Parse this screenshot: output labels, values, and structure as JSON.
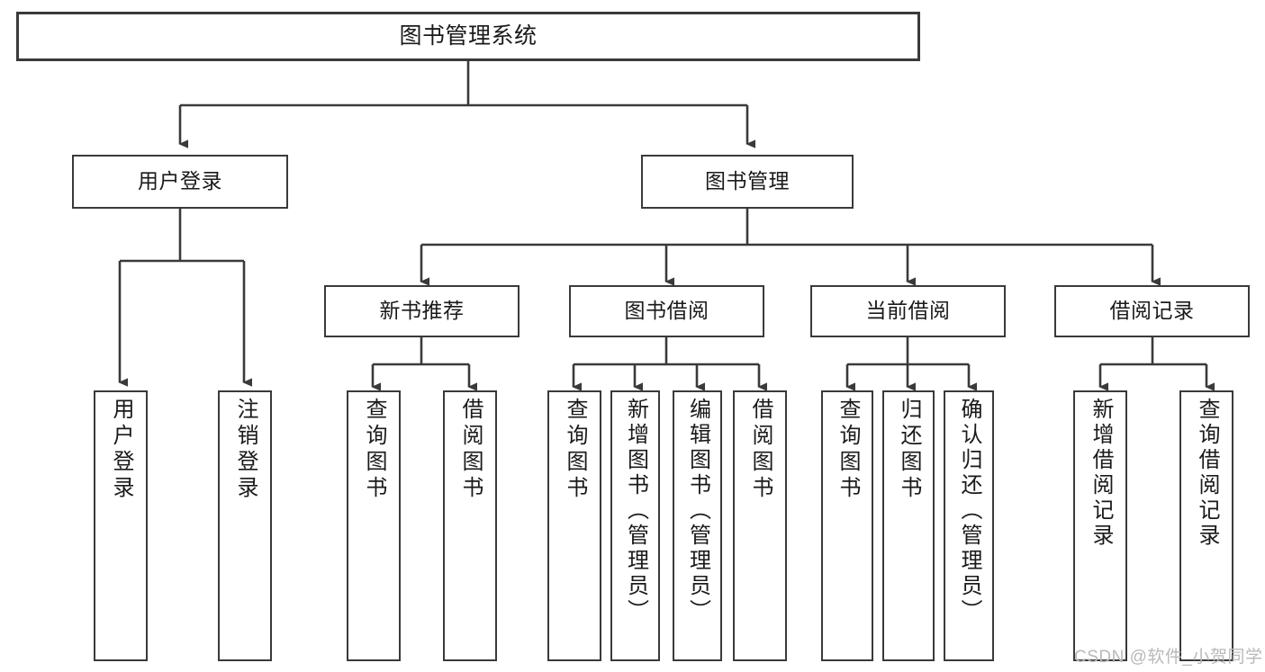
{
  "diagram": {
    "title": "图书管理系统",
    "type": "hierarchy-tree",
    "root": {
      "id": "root",
      "label": "图书管理系统"
    },
    "level1": [
      {
        "id": "user-login",
        "label": "用户登录"
      },
      {
        "id": "book-manage",
        "label": "图书管理"
      }
    ],
    "level2": [
      {
        "id": "new-book-recommend",
        "label": "新书推荐",
        "parent": "book-manage"
      },
      {
        "id": "book-borrow",
        "label": "图书借阅",
        "parent": "book-manage"
      },
      {
        "id": "current-borrow",
        "label": "当前借阅",
        "parent": "book-manage"
      },
      {
        "id": "borrow-record",
        "label": "借阅记录",
        "parent": "book-manage"
      }
    ],
    "leaves": [
      {
        "id": "leaf-user-login",
        "label": "用户登录",
        "parent": "user-login"
      },
      {
        "id": "leaf-logout-login",
        "label": "注销登录",
        "parent": "user-login"
      },
      {
        "id": "leaf-query-book-1",
        "label": "查询图书",
        "parent": "new-book-recommend"
      },
      {
        "id": "leaf-borrow-book-1",
        "label": "借阅图书",
        "parent": "new-book-recommend"
      },
      {
        "id": "leaf-query-book-2",
        "label": "查询图书",
        "parent": "book-borrow"
      },
      {
        "id": "leaf-add-book",
        "label": "新增图书（管理员）",
        "parent": "book-borrow"
      },
      {
        "id": "leaf-edit-book",
        "label": "编辑图书（管理员）",
        "parent": "book-borrow"
      },
      {
        "id": "leaf-borrow-book-2",
        "label": "借阅图书",
        "parent": "book-borrow"
      },
      {
        "id": "leaf-query-book-3",
        "label": "查询图书",
        "parent": "current-borrow"
      },
      {
        "id": "leaf-return-book",
        "label": "归还图书",
        "parent": "current-borrow"
      },
      {
        "id": "leaf-confirm-return",
        "label": "确认归还（管理员）",
        "parent": "current-borrow"
      },
      {
        "id": "leaf-add-record",
        "label": "新增借阅记录",
        "parent": "borrow-record"
      },
      {
        "id": "leaf-query-record",
        "label": "查询借阅记录",
        "parent": "borrow-record"
      }
    ],
    "colors": {
      "stroke": "#3a3a3a",
      "fill": "#ffffff",
      "text": "#1a1a1a",
      "watermark": "#b9b9b9"
    }
  },
  "watermark": {
    "text": "CSDN @软件_小贺同学"
  }
}
